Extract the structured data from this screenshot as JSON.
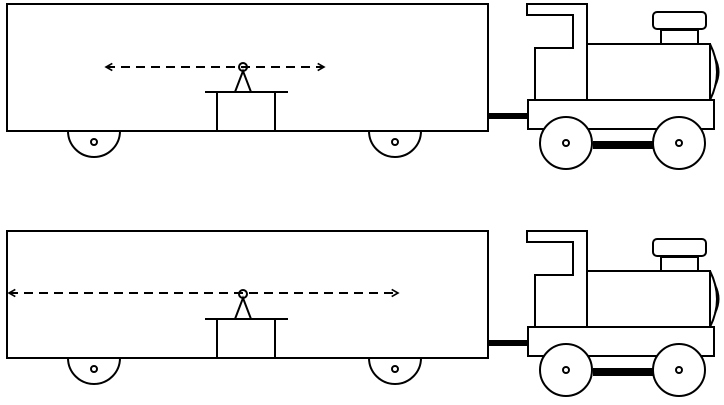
{
  "colors": {
    "background": "#ffffff",
    "stroke": "#000000",
    "dashes": "#333333"
  },
  "scenes": [
    {
      "name": "top",
      "wagon": {
        "wheels": 2
      },
      "locomotive": {
        "wheels": 2,
        "chimney": true,
        "cab": true
      },
      "arrow": {
        "direction": "both",
        "style": "dashed",
        "length": "short"
      },
      "observer": {
        "on_table": true
      }
    },
    {
      "name": "bottom",
      "wagon": {
        "wheels": 2
      },
      "locomotive": {
        "wheels": 2,
        "chimney": true,
        "cab": true
      },
      "arrow": {
        "direction": "both",
        "style": "dashed",
        "length": "long"
      },
      "observer": {
        "on_table": true
      }
    }
  ]
}
